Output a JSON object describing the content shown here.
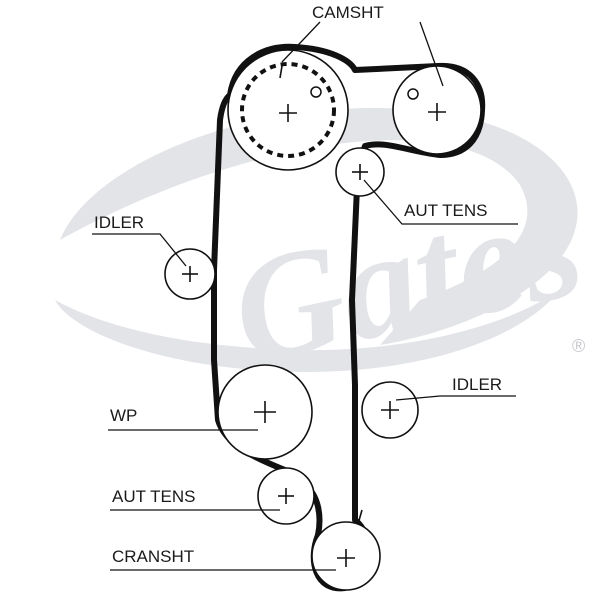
{
  "brand": {
    "logo_text": "Gates",
    "registered_mark": "®",
    "watermark_color": "#e3e4e8"
  },
  "labels": {
    "camsht": "CAMSHT",
    "aut_tens_top": "AUT TENS",
    "idler_left": "IDLER",
    "idler_right": "IDLER",
    "wp": "WP",
    "aut_tens_bottom": "AUT TENS",
    "cranksht": "CRANSHT"
  },
  "colors": {
    "line": "#111111",
    "text": "#1a1a1a"
  }
}
